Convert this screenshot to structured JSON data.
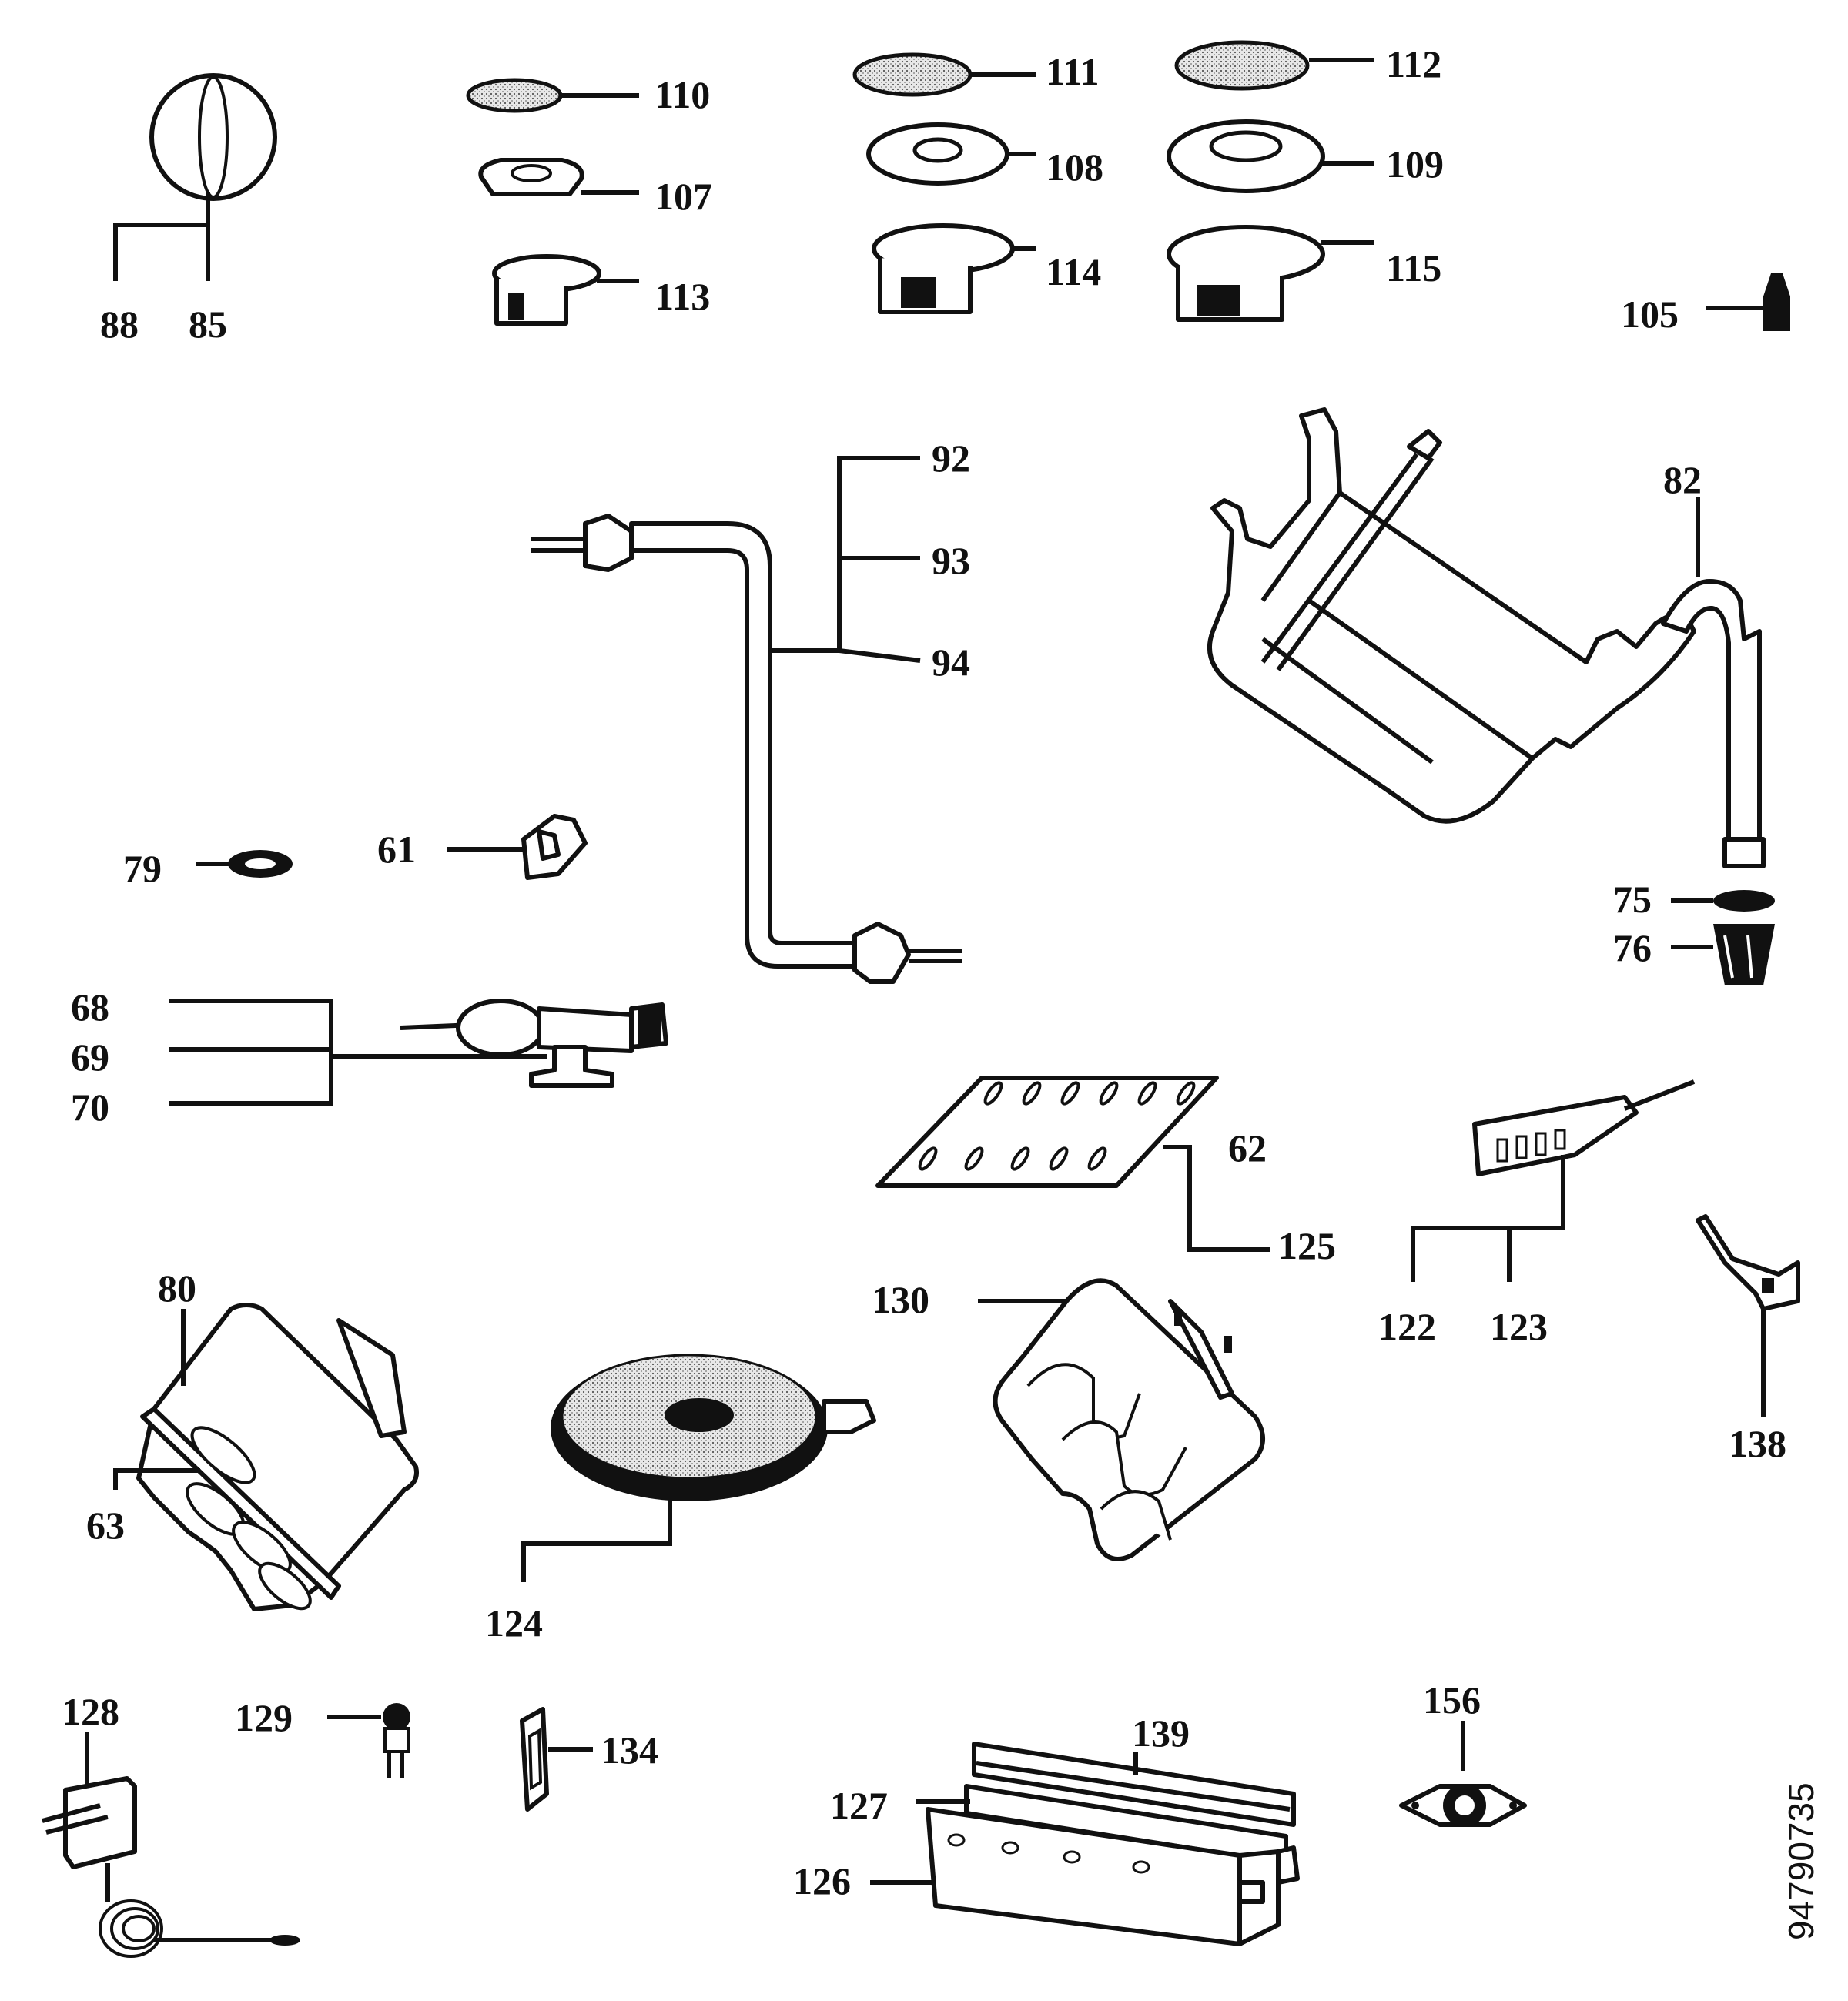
{
  "labels": {
    "l88": "88",
    "l85": "85",
    "l110": "110",
    "l107": "107",
    "l113": "113",
    "l111": "111",
    "l108": "108",
    "l114": "114",
    "l112": "112",
    "l109": "109",
    "l115": "115",
    "l105": "105",
    "l92": "92",
    "l93": "93",
    "l94": "94",
    "l82": "82",
    "l75": "75",
    "l76": "76",
    "l79": "79",
    "l61": "61",
    "l68": "68",
    "l69": "69",
    "l70": "70",
    "l62": "62",
    "l125": "125",
    "l122": "122",
    "l123": "123",
    "l138": "138",
    "l80": "80",
    "l63": "63",
    "l124": "124",
    "l130": "130",
    "l128": "128",
    "l129": "129",
    "l134": "134",
    "l139": "139",
    "l127": "127",
    "l126": "126",
    "l156": "156"
  },
  "drawing_code": "94790735",
  "colors": {
    "ink": "#111111",
    "paper": "#ffffff",
    "stipple": "#c9c9c9"
  }
}
